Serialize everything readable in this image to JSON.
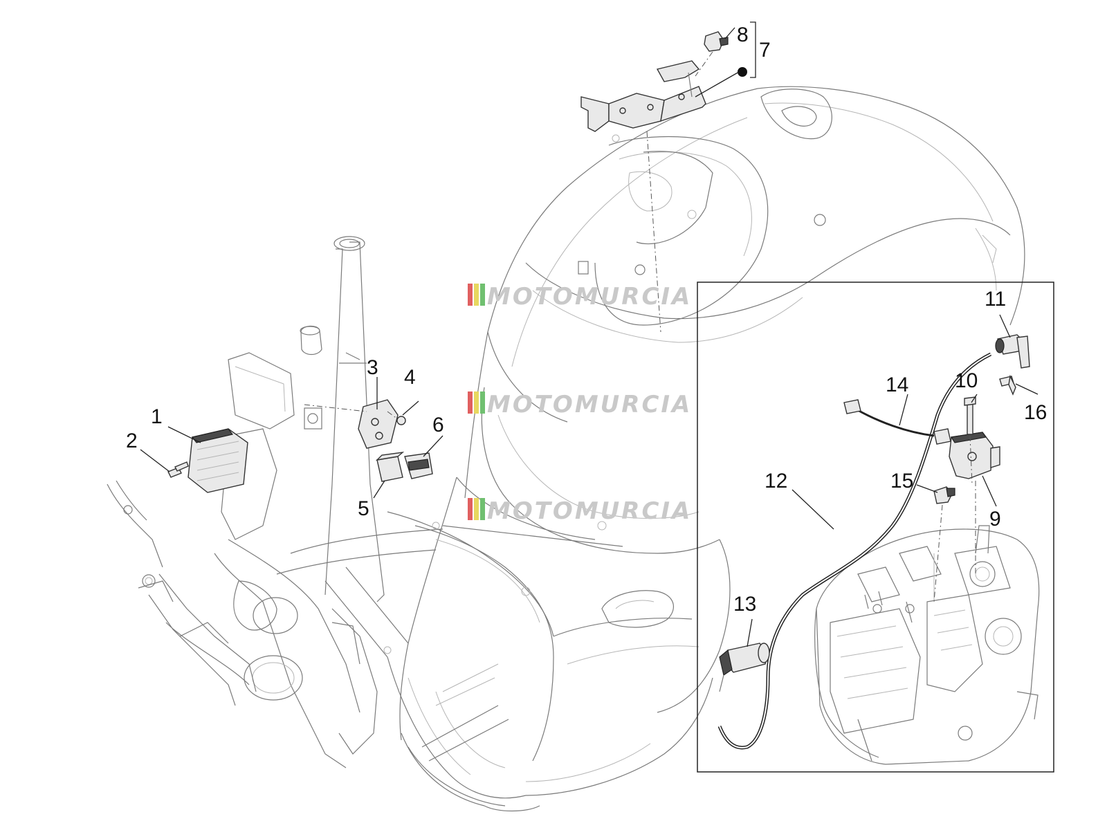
{
  "watermark": {
    "text": "MOTOMURCIA",
    "stripe_colors": [
      "#e06060",
      "#e8d860",
      "#70c070"
    ],
    "count": 3
  },
  "callouts": [
    {
      "id": "1",
      "label": "1"
    },
    {
      "id": "2",
      "label": "2"
    },
    {
      "id": "3",
      "label": "3"
    },
    {
      "id": "4",
      "label": "4"
    },
    {
      "id": "5",
      "label": "5"
    },
    {
      "id": "6",
      "label": "6"
    },
    {
      "id": "7",
      "label": "7"
    },
    {
      "id": "8",
      "label": "8"
    },
    {
      "id": "9",
      "label": "9"
    },
    {
      "id": "10",
      "label": "10"
    },
    {
      "id": "11",
      "label": "11"
    },
    {
      "id": "12",
      "label": "12"
    },
    {
      "id": "13",
      "label": "13"
    },
    {
      "id": "14",
      "label": "14"
    },
    {
      "id": "15",
      "label": "15"
    },
    {
      "id": "16",
      "label": "16"
    }
  ]
}
